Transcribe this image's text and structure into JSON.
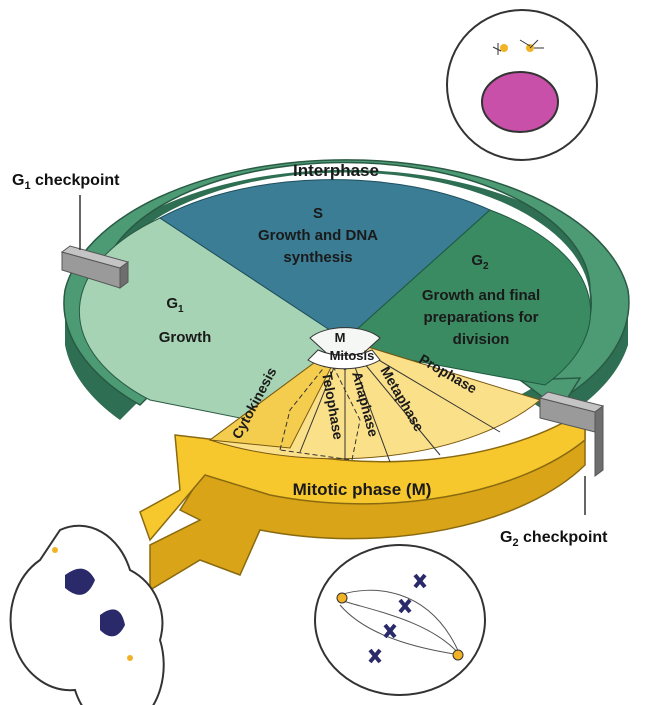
{
  "checkpoints": {
    "g1": {
      "main": "G",
      "sub": "1",
      "rest": " checkpoint"
    },
    "g2": {
      "main": "G",
      "sub": "2",
      "rest": " checkpoint"
    }
  },
  "ring": {
    "interphase": "Interphase",
    "mitotic": "Mitotic phase (M)"
  },
  "sectors": {
    "s": {
      "title": "S",
      "line1": "Growth and DNA",
      "line2": "synthesis"
    },
    "g1": {
      "title": "G",
      "sub": "1",
      "line1": "Growth"
    },
    "g2": {
      "title": "G",
      "sub": "2",
      "line1": "Growth and final",
      "line2": "preparations for",
      "line3": "division"
    },
    "m": {
      "title": "M",
      "mitosis": "Mitosis"
    }
  },
  "mitosis_stages": [
    "Cytokinesis",
    "Telophase",
    "Anaphase",
    "Metaphase",
    "Prophase"
  ],
  "colors": {
    "interphase_ring": "#4c9b75",
    "ring_side": "#2e6e52",
    "s_sector": "#3a7d94",
    "g1_sector": "#a6d3b3",
    "g2_sector": "#3a8a62",
    "mitotic_ring": "#f7c72e",
    "mitotic_side": "#d9a418",
    "checkpoint": "#8a8a8a"
  }
}
